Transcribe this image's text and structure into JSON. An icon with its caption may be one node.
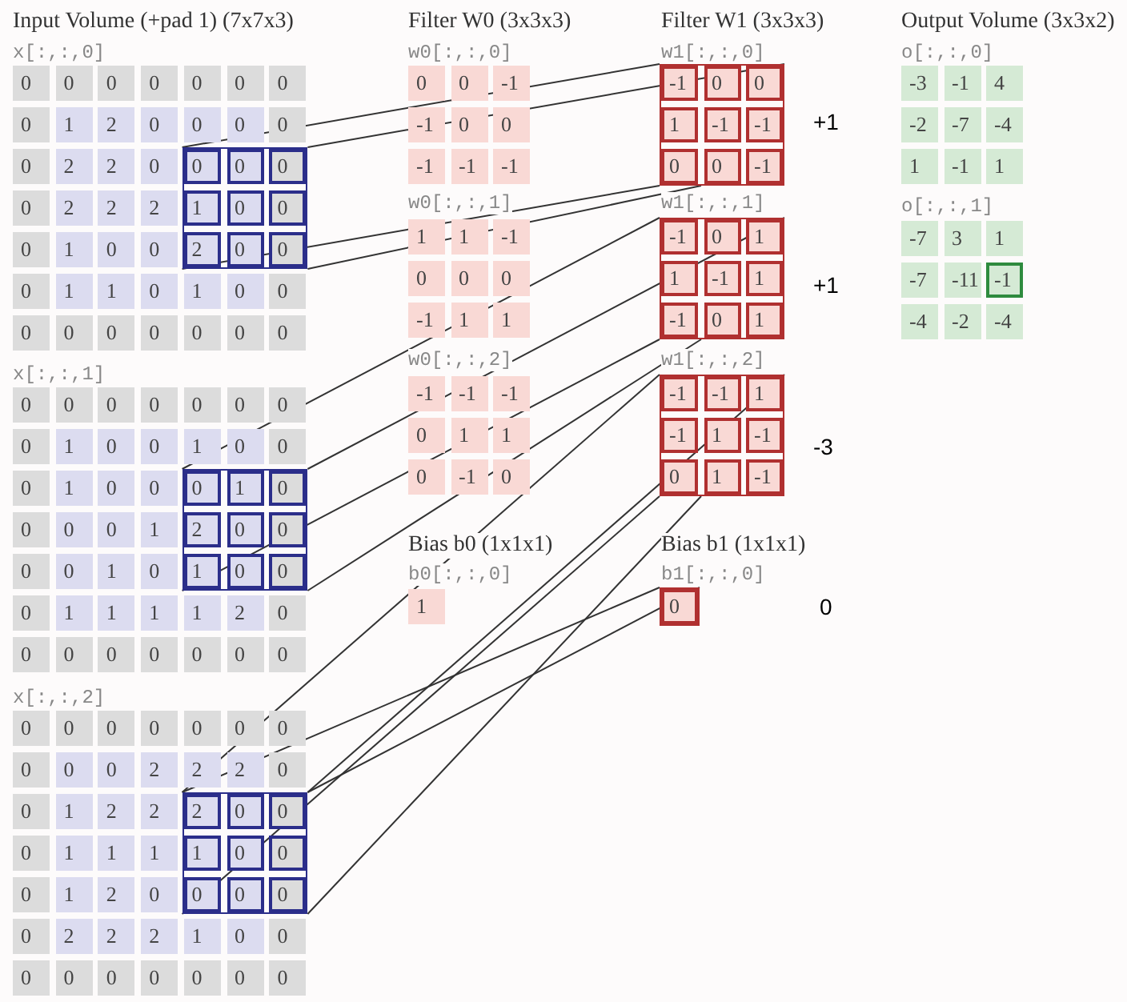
{
  "diagram": {
    "nodes": [
      {
        "text": [],
        "shape": "box"
      },
      {
        "text": [],
        "shape": "box"
      },
      {
        "text": [],
        "shape": "box"
      },
      {
        "text": [],
        "shape": "box"
      },
      {
        "text": [],
        "shape": "box"
      },
      {
        "text": [],
        "shape": "box"
      },
      {
        "text": [],
        "shape": "box"
      }
    ],
    "edges": [
      {
        "from": 0,
        "to": 3,
        "arrow": "none"
      },
      {
        "from": 0,
        "to": 3,
        "arrow": "none"
      },
      {
        "from": 0,
        "to": 3,
        "arrow": "none"
      },
      {
        "from": 0,
        "to": 3,
        "arrow": "none"
      },
      {
        "from": 1,
        "to": 4,
        "arrow": "none"
      },
      {
        "from": 1,
        "to": 4,
        "arrow": "none"
      },
      {
        "from": 1,
        "to": 4,
        "arrow": "none"
      },
      {
        "from": 1,
        "to": 4,
        "arrow": "none"
      },
      {
        "from": 2,
        "to": 5,
        "arrow": "none"
      },
      {
        "from": 2,
        "to": 5,
        "arrow": "none"
      },
      {
        "from": 2,
        "to": 5,
        "arrow": "none"
      },
      {
        "from": 2,
        "to": 5,
        "arrow": "none"
      },
      {
        "from": 2,
        "to": 6,
        "arrow": "none"
      },
      {
        "from": 2,
        "to": 6,
        "arrow": "none"
      }
    ],
    "labels": [
      "Input Volume (+pad 1) (7x7x3)",
      "x[:,:,0]",
      "0",
      "0",
      "0",
      "0",
      "0",
      "0",
      "0",
      "0",
      "1",
      "2",
      "0",
      "0",
      "0",
      "0",
      "0",
      "2",
      "2",
      "0",
      "0",
      "0",
      "0",
      "0",
      "2",
      "2",
      "2",
      "1",
      "0",
      "0",
      "0",
      "1",
      "0",
      "0",
      "2",
      "0",
      "0",
      "0",
      "1",
      "1",
      "0",
      "1",
      "0",
      "0",
      "0",
      "0",
      "0",
      "0",
      "0",
      "0",
      "0",
      "x[:,:,1]",
      "0",
      "0",
      "0",
      "0",
      "0",
      "0",
      "0",
      "0",
      "1",
      "0",
      "0",
      "1",
      "0",
      "0",
      "0",
      "1",
      "0",
      "0",
      "0",
      "1",
      "0",
      "0",
      "0",
      "0",
      "1",
      "2",
      "0",
      "0",
      "0",
      "0",
      "1",
      "0",
      "1",
      "0",
      "0",
      "0",
      "1",
      "1",
      "1",
      "1",
      "2",
      "0",
      "0",
      "0",
      "0",
      "0",
      "0",
      "0",
      "0",
      "x[:,:,2]",
      "0",
      "0",
      "0",
      "0",
      "0",
      "0",
      "0",
      "0",
      "0",
      "0",
      "2",
      "2",
      "2",
      "0",
      "0",
      "1",
      "2",
      "2",
      "2",
      "0",
      "0",
      "0",
      "1",
      "1",
      "1",
      "1",
      "0",
      "0",
      "0",
      "1",
      "2",
      "0",
      "0",
      "0",
      "0",
      "0",
      "2",
      "2",
      "2",
      "1",
      "0",
      "0",
      "0",
      "0",
      "0",
      "0",
      "0",
      "0",
      "0",
      "Filter W0 (3x3x3)",
      "w0[:,:,0]",
      "0",
      "0",
      "-1",
      "-1",
      "0",
      "0",
      "-1",
      "-1",
      "-1",
      "w0[:,:,1]",
      "1",
      "1",
      "-1",
      "0",
      "0",
      "0",
      "-1",
      "1",
      "1",
      "w0[:,:,2]",
      "-1",
      "-1",
      "-1",
      "0",
      "1",
      "1",
      "0",
      "-1",
      "0",
      "Bias b0 (1x1x1)",
      "b0[:,:,0]",
      "1",
      "Filter W1 (3x3x3)",
      "w1[:,:,0]",
      "-1",
      "0",
      "0",
      "1",
      "-1",
      "-1",
      "0",
      "0",
      "-1",
      "w1[:,:,1]",
      "-1",
      "0",
      "1",
      "1",
      "-1",
      "1",
      "-1",
      "0",
      "1",
      "w1[:,:,2]",
      "-1",
      "-1",
      "1",
      "-1",
      "1",
      "-1",
      "0",
      "1",
      "-1",
      "Bias b1 (1x1x1)",
      "b1[:,:,0]",
      "0",
      "Output Volume (3x3x2)",
      "o[:,:,0]",
      "-3",
      "-1",
      "4",
      "-2",
      "-7",
      "-4",
      "1",
      "-1",
      "1",
      "o[:,:,1]",
      "-7",
      "3",
      "1",
      "-7",
      "-11",
      "-1",
      "-4",
      "-2",
      "-4",
      "+1",
      "+1",
      "-3",
      "0"
    ]
  }
}
